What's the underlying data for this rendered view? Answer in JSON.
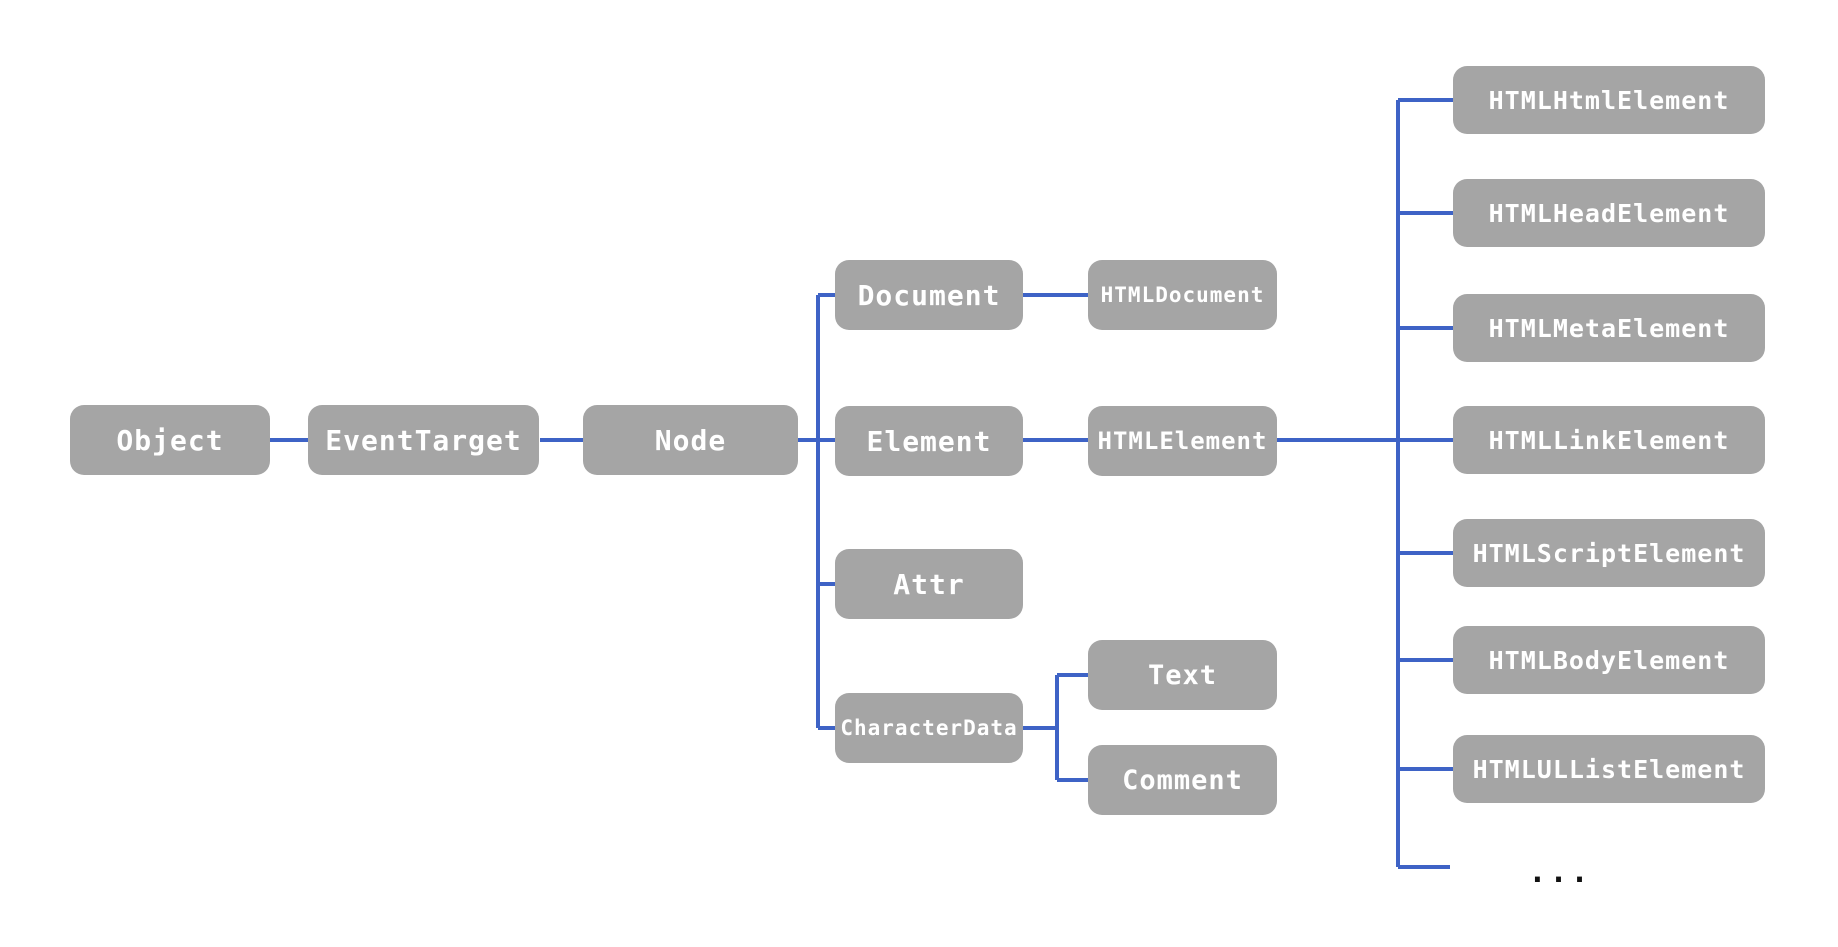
{
  "diagram": {
    "colors": {
      "background": "#ffffff",
      "box_fill": "#a5a5a5",
      "box_text": "#ffffff",
      "connector": "#3e63c6",
      "ellipsis_text": "#111111"
    },
    "ellipsis": "...",
    "nodes": [
      {
        "id": "object",
        "label": "Object"
      },
      {
        "id": "event-target",
        "label": "EventTarget"
      },
      {
        "id": "node",
        "label": "Node"
      },
      {
        "id": "document",
        "label": "Document"
      },
      {
        "id": "html-document",
        "label": "HTMLDocument"
      },
      {
        "id": "element",
        "label": "Element"
      },
      {
        "id": "html-element",
        "label": "HTMLElement"
      },
      {
        "id": "attr",
        "label": "Attr"
      },
      {
        "id": "character-data",
        "label": "CharacterData"
      },
      {
        "id": "text",
        "label": "Text"
      },
      {
        "id": "comment",
        "label": "Comment"
      },
      {
        "id": "html-html-element",
        "label": "HTMLHtmlElement"
      },
      {
        "id": "html-head-element",
        "label": "HTMLHeadElement"
      },
      {
        "id": "html-meta-element",
        "label": "HTMLMetaElement"
      },
      {
        "id": "html-link-element",
        "label": "HTMLLinkElement"
      },
      {
        "id": "html-script-element",
        "label": "HTMLScriptElement"
      },
      {
        "id": "html-body-element",
        "label": "HTMLBodyElement"
      },
      {
        "id": "html-ul-list-element",
        "label": "HTMLULListElement"
      }
    ],
    "edges": [
      [
        "object",
        "event-target"
      ],
      [
        "event-target",
        "node"
      ],
      [
        "node",
        "document"
      ],
      [
        "node",
        "element"
      ],
      [
        "node",
        "attr"
      ],
      [
        "node",
        "character-data"
      ],
      [
        "document",
        "html-document"
      ],
      [
        "element",
        "html-element"
      ],
      [
        "character-data",
        "text"
      ],
      [
        "character-data",
        "comment"
      ],
      [
        "html-element",
        "html-html-element"
      ],
      [
        "html-element",
        "html-head-element"
      ],
      [
        "html-element",
        "html-meta-element"
      ],
      [
        "html-element",
        "html-link-element"
      ],
      [
        "html-element",
        "html-script-element"
      ],
      [
        "html-element",
        "html-body-element"
      ],
      [
        "html-element",
        "html-ul-list-element"
      ],
      [
        "html-element",
        "ellipsis"
      ]
    ]
  }
}
